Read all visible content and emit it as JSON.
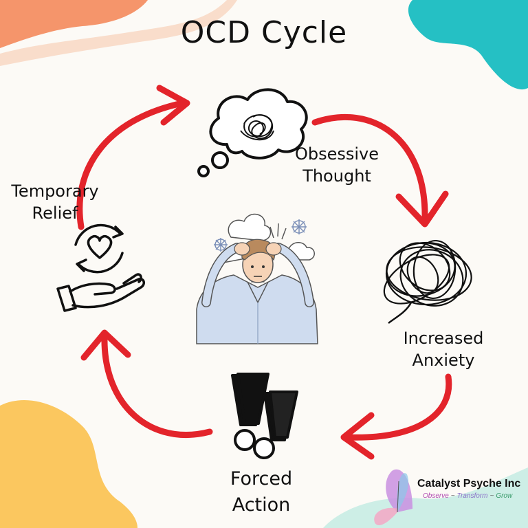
{
  "title": "OCD Cycle",
  "stages": {
    "obsessive_thought": {
      "line1": "Obsessive",
      "line2": "Thought",
      "icon": "thought-cloud-icon"
    },
    "increased_anxiety": {
      "line1": "Increased",
      "line2": "Anxiety",
      "icon": "tangled-scribble-icon"
    },
    "forced_action": {
      "line1": "Forced",
      "line2": "Action",
      "icon": "double-exclamation-icon"
    },
    "temporary_relief": {
      "line1": "Temporary",
      "line2": "Relief",
      "icon": "hand-heart-icon"
    }
  },
  "center_figure": "stressed-person-illustration",
  "brand": {
    "name": "Catalyst Psyche Inc",
    "tagline": {
      "w1": "Observe",
      "sep": "~",
      "w2": "Transform",
      "w3": "Grow"
    },
    "icon": "butterfly-icon"
  },
  "colors": {
    "arrow": "#e3242b",
    "blob_orange": "#f5956b",
    "blob_yellow": "#fbc75f",
    "blob_teal": "#25c0c4",
    "blob_mint": "#cdeee6",
    "ink": "#111111"
  }
}
